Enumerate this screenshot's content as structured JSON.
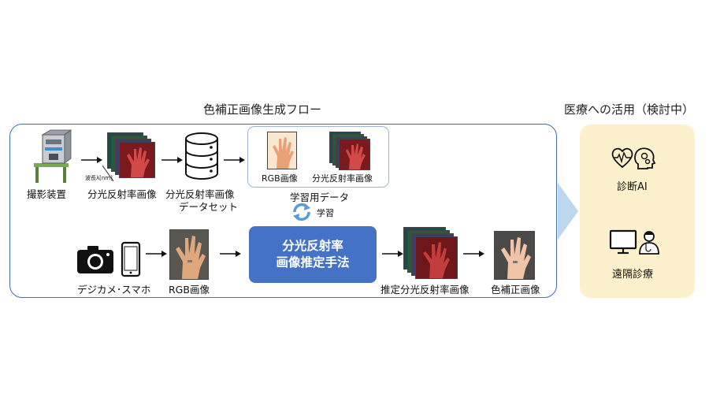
{
  "titles": {
    "flow": "色補正画像生成フロー",
    "medical": "医療への活用（検討中）"
  },
  "flow_nodes": {
    "capture_device": "撮影装置",
    "spectral_image": "分光反射率画像",
    "wavelength_axis": "波長λ[nm]",
    "dataset_line1": "分光反射率画像",
    "dataset_line2": "データセット",
    "training_rgb": "RGB画像",
    "training_spectral": "分光反射率画像",
    "training_data": "学習用データ",
    "learning": "学習",
    "method_line1": "分光反射率",
    "method_line2": "画像推定手法",
    "camera_phone": "デジカメ･スマホ",
    "rgb_input": "RGB画像",
    "estimated_spectral": "推定分光反射率画像",
    "corrected_image": "色補正画像"
  },
  "medical_items": {
    "diagnosis_ai": "診断AI",
    "telemedicine": "遠隔診療"
  },
  "icons": [
    "capture-device-icon",
    "database-icon",
    "camera-icon",
    "smartphone-icon",
    "refresh-cycle-icon",
    "heart-brain-icon",
    "monitor-doctor-icon",
    "chevron-right-icon"
  ],
  "colors": {
    "accent_blue": "#4472c4",
    "flow_border": "#3e6fb5",
    "medical_bg": "#fdf0cc",
    "big_arrow": "#bdd7ee"
  }
}
